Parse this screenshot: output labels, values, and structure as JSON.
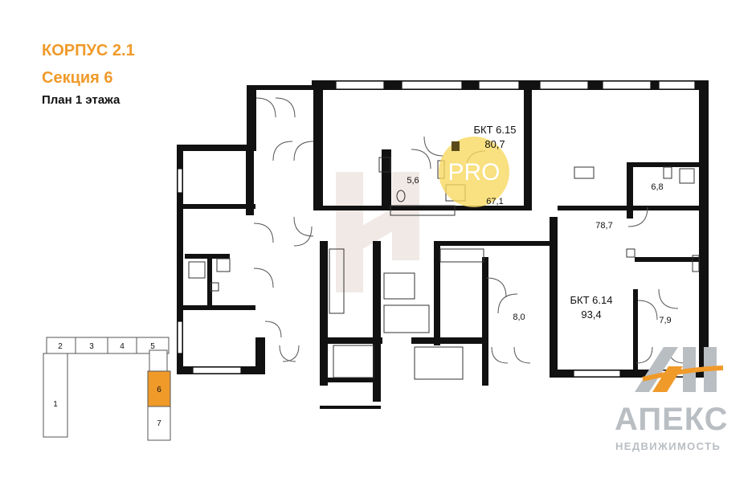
{
  "header": {
    "building": "КОРПУС 2.1",
    "section": "Секция 6",
    "floor_plan": "План 1 этажа"
  },
  "apartments": [
    {
      "name": "БКТ 6.15",
      "total_area": "80,7",
      "room_areas": [
        "5,6",
        "67,1"
      ]
    },
    {
      "name": "БКТ 6.14",
      "total_area": "93,4",
      "room_areas": [
        "8,0",
        "7,9"
      ]
    }
  ],
  "other_rooms": [
    "6,8",
    "78,7"
  ],
  "badge": {
    "text": "PRO",
    "color": "#f8d860"
  },
  "mini_map": {
    "sections": [
      "1",
      "2",
      "3",
      "4",
      "5",
      "6",
      "7"
    ],
    "active_section": "6",
    "active_color": "#f09a2a"
  },
  "logo": {
    "word": "АПЕКС",
    "subtitle": "НЕДВИЖИМОСТЬ"
  },
  "colors": {
    "accent": "#f09a2a",
    "wall": "#111111"
  }
}
